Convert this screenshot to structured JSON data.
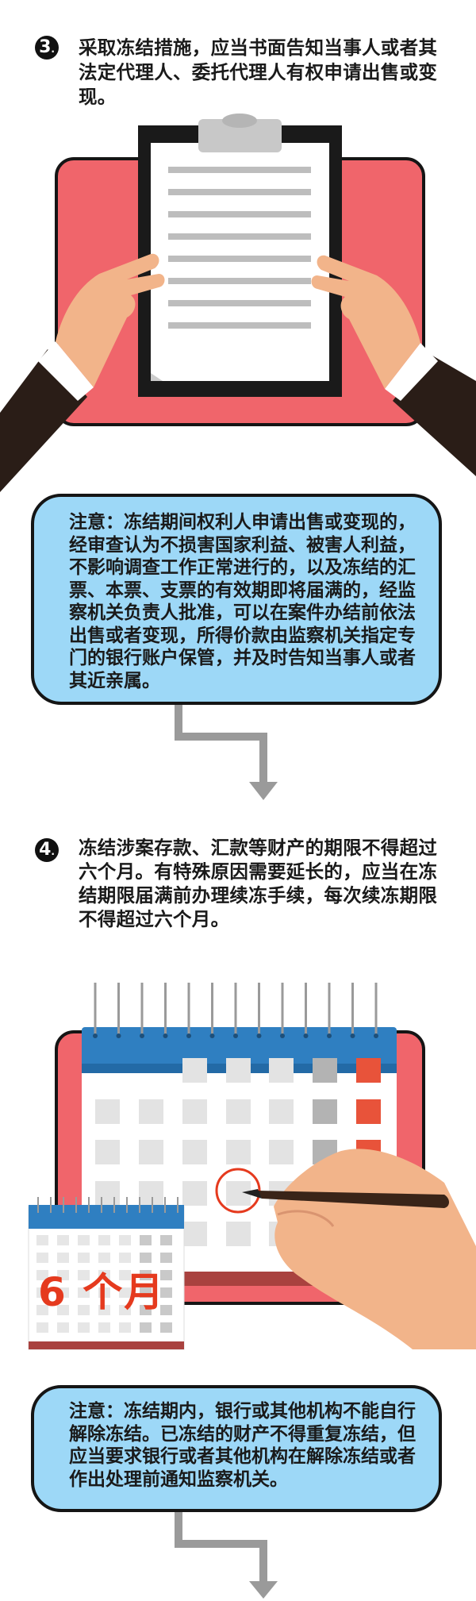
{
  "step3": {
    "number": "3",
    "text": "采取冻结措施，应当书面告知当事人或者其法定代理人、委托代理人有权申请出售或变现。"
  },
  "note1": {
    "text": "注意：冻结期间权利人申请出售或变现的，经审查认为不损害国家利益、被害人利益，不影响调查工作正常进行的，以及冻结的汇票、本票、支票的有效期即将届满的，经监察机关负责人批准，可以在案件办结前依法出售或者变现，所得价款由监察机关指定专门的银行账户保管，并及时告知当事人或者其近亲属。"
  },
  "step4": {
    "number": "4",
    "text": "冻结涉案存款、汇款等财产的期限不得超过六个月。有特殊原因需要延长的，应当在冻结期限届满前办理续冻手续，每次续冻期限不得超过六个月。"
  },
  "calendar_label": "6 个月",
  "note2": {
    "text": "注意：冻结期内，银行或其他机构不能自行解除冻结。已冻结的财产不得重复冻结，但应当要求银行或者其他机构在解除冻结或者作出处理前通知监察机关。"
  },
  "colors": {
    "pink_panel": "#f0656b",
    "note_bg": "#9dd8f7",
    "calendar_blue": "#2f7fc1",
    "accent_red": "#e53a1e",
    "arrow_gray": "#9a9a9a"
  }
}
